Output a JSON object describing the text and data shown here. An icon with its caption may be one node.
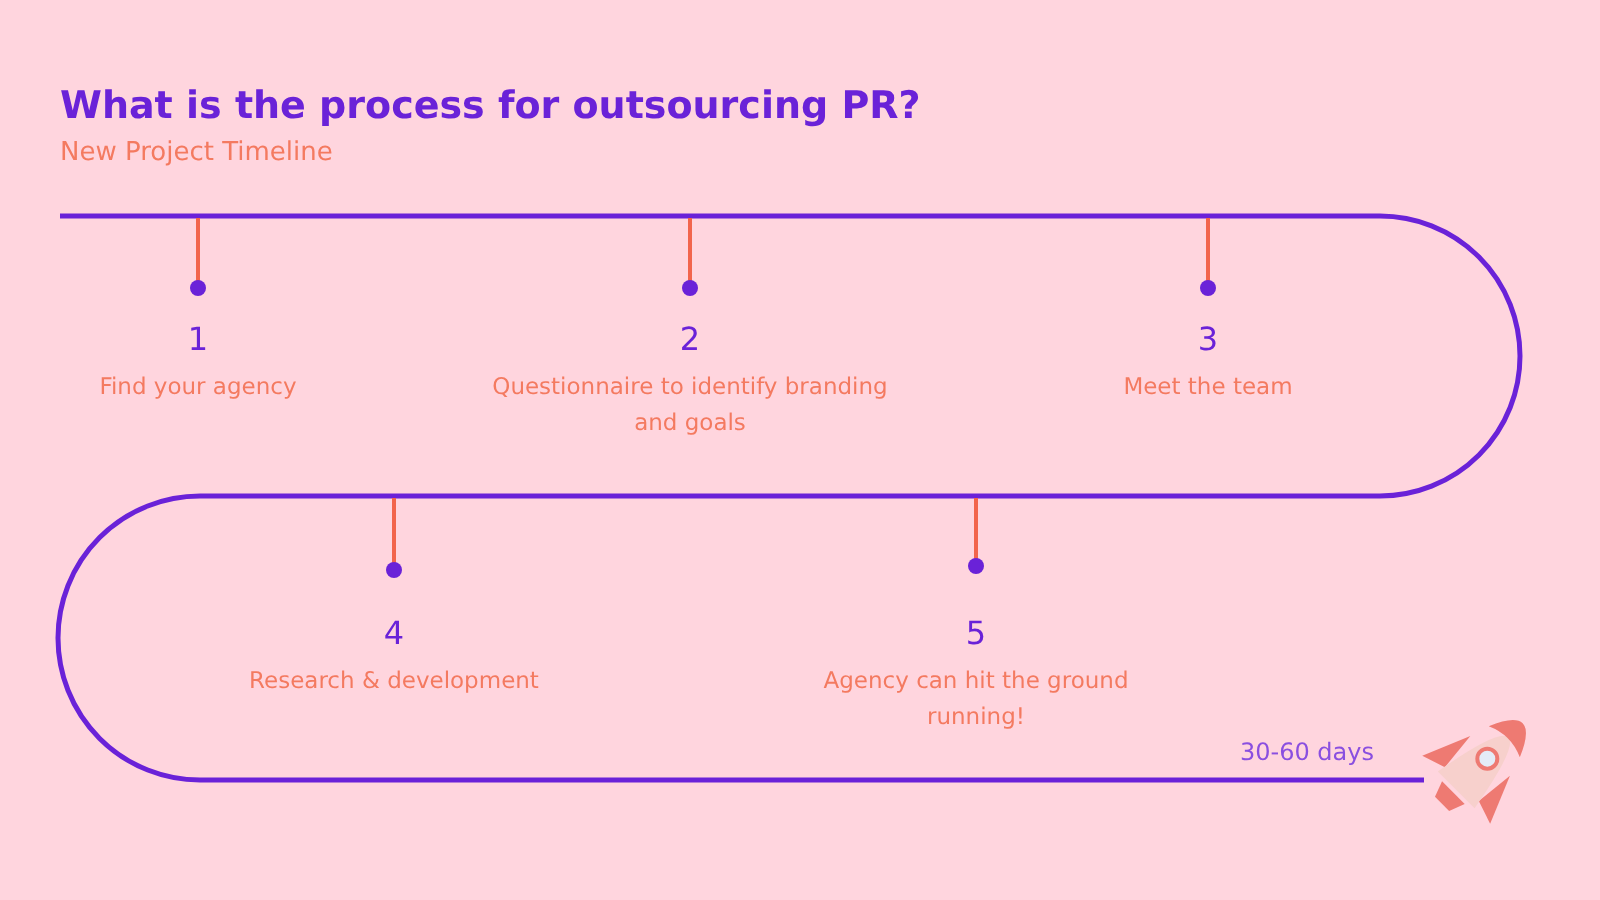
{
  "diagram": {
    "title": "What is the process for outsourcing PR?",
    "nodes": [
      {
        "text": [
          "1",
          "Find your agency"
        ]
      },
      {
        "text": [
          "2",
          "Questionnaire to identify branding and goals"
        ]
      },
      {
        "text": [
          "3",
          "Meet the team"
        ]
      },
      {
        "text": [
          "4",
          "Research & development"
        ]
      },
      {
        "text": [
          "5",
          "Agency can hit the ground running!"
        ]
      }
    ],
    "labels": [
      "New Project Timeline",
      "30-60 days"
    ]
  }
}
